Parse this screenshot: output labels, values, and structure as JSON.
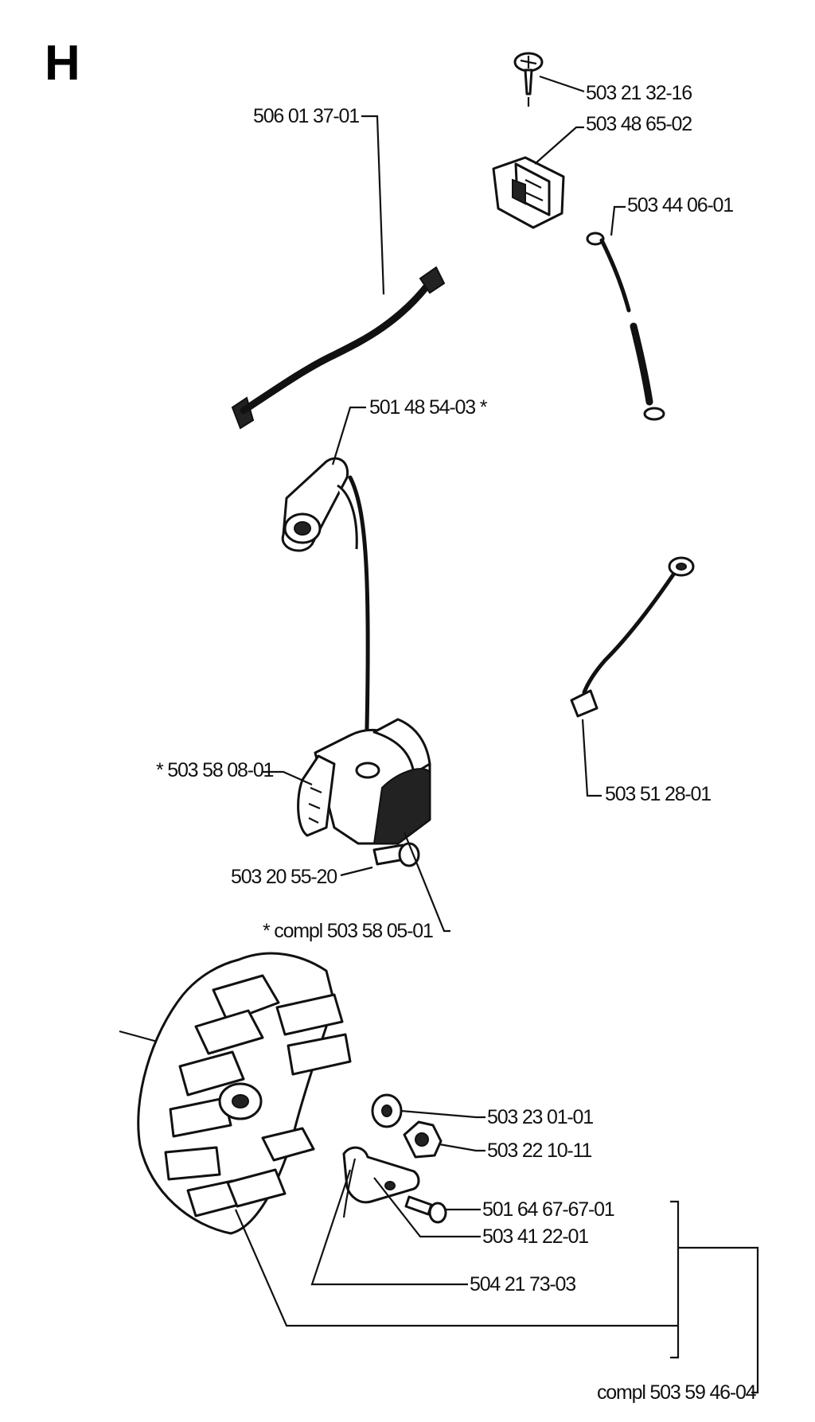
{
  "section_letter": "H",
  "labels": {
    "screw_top": "503 21 32-16",
    "switch": "503 48 65-02",
    "cable_left": "506 01 37-01",
    "short_circuit_cable": "503 44 06-01",
    "spark_plug_cap": "501 48 54-03 *",
    "ground_cable": "503 51 28-01",
    "coil_part": "* 503 58 08-01",
    "coil_screw": "503 20 55-20",
    "ignition_compl": "* compl 503 58 05-01",
    "washer": "503 23 01-01",
    "nut": "503 22 10-11",
    "pawl_screw": "501 64 67-67-01",
    "pawl_plate": "503 41 22-01",
    "spring": "504 21 73-03",
    "flywheel_compl": "compl 503 59 46-04"
  }
}
